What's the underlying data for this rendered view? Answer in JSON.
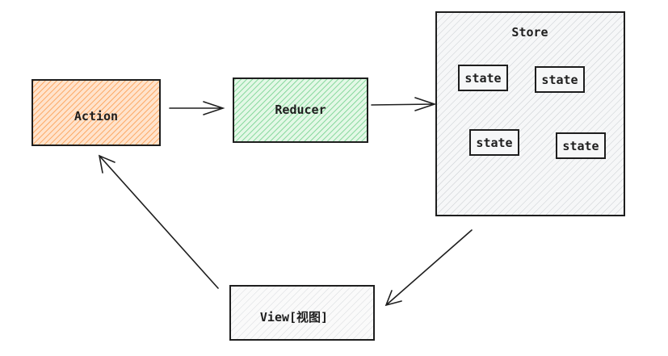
{
  "nodes": {
    "action": {
      "label": "Action",
      "fill": "#ffc9a0",
      "hatch": "#fd7e14"
    },
    "reducer": {
      "label": "Reducer",
      "fill": "#d3f9d8",
      "hatch": "#40c057"
    },
    "store": {
      "label": "Store",
      "fill": "#f1f3f5",
      "hatch": "#adb5bd"
    },
    "view": {
      "label": "View[视图]",
      "fill": "#f8f9fa",
      "hatch": "#ced4da"
    },
    "states": [
      {
        "label": "state"
      },
      {
        "label": "state"
      },
      {
        "label": "state"
      },
      {
        "label": "state"
      }
    ]
  },
  "edges": [
    {
      "from": "Action",
      "to": "Reducer"
    },
    {
      "from": "Reducer",
      "to": "Store"
    },
    {
      "from": "Store",
      "to": "View[视图]"
    },
    {
      "from": "View[视图]",
      "to": "Action"
    }
  ]
}
